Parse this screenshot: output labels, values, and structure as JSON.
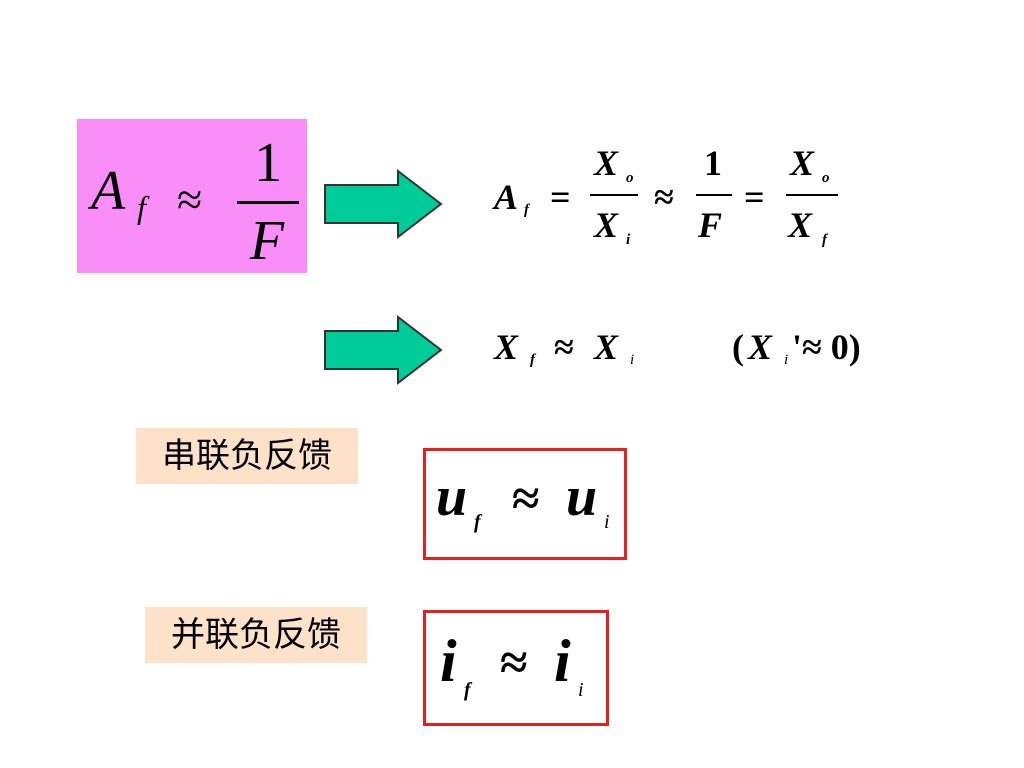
{
  "main_formula": {
    "A": "A",
    "A_sub": "f",
    "approx": "≈",
    "numerator": "1",
    "denominator": "F"
  },
  "equation1": {
    "A": "A",
    "A_sub": "f",
    "eq1": "=",
    "frac1_num": "X",
    "frac1_num_sub": "o",
    "frac1_den": "X",
    "frac1_den_sub": "i",
    "approx": "≈",
    "frac2_num": "1",
    "frac2_den": "F",
    "eq2": "=",
    "frac3_num": "X",
    "frac3_num_sub": "o",
    "frac3_den": "X",
    "frac3_den_sub": "f"
  },
  "equation2": {
    "lhs": "X",
    "lhs_sub": "f",
    "approx": "≈",
    "rhs": "X",
    "rhs_sub": "i",
    "cond_open": "(",
    "cond_var": "X",
    "cond_sub": "i",
    "cond_rest": "'≈ 0)"
  },
  "series": {
    "label": "串联负反馈",
    "lhs": "u",
    "lhs_sub": "f",
    "approx": "≈",
    "rhs": "u",
    "rhs_sub": "i"
  },
  "parallel": {
    "label": "并联负反馈",
    "lhs": "i",
    "lhs_sub": "f",
    "approx": "≈",
    "rhs": "i",
    "rhs_sub": "i"
  },
  "colors": {
    "pink_box": "#f98ef9",
    "arrow_fill": "#00cc99",
    "label_bg": "#fde1c8",
    "red_border": "#e52020"
  }
}
